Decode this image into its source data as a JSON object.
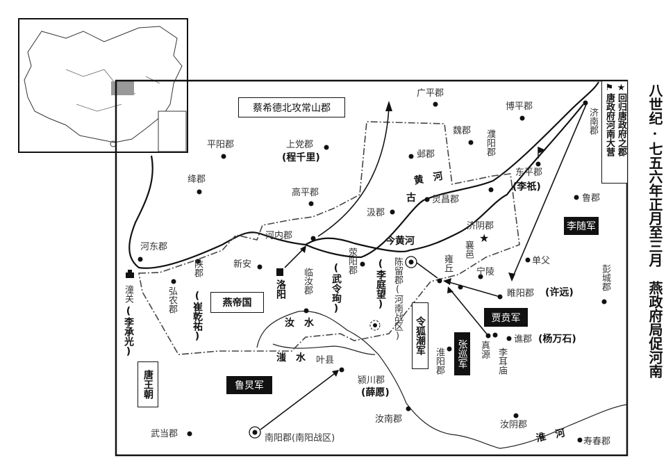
{
  "title": "八世纪·七五六年正月至三月　燕政府局促河南",
  "legend": {
    "items": [
      {
        "icon": "star-icon",
        "symbol": "★",
        "label": "回归唐政府之郡"
      },
      {
        "icon": "flag-icon",
        "symbol": "⚑",
        "label": "唐政府河南大营"
      }
    ]
  },
  "regions": {
    "yan": "燕帝国",
    "tang": "唐王朝"
  },
  "armies": {
    "cai": "蔡希德北攻常山郡",
    "li_sui": "李随军",
    "jia_ben": "贾贲军",
    "zhang_xun": "张巡军",
    "linghu": "令狐潮军",
    "lu_jiong": "鲁炅军"
  },
  "rivers": {
    "gu": "古",
    "huang": "黄　河",
    "jin": "今黄河",
    "ru": "汝　水",
    "zhi": "滍　水",
    "huai": "淮　河"
  },
  "places": [
    {
      "key": "guangping",
      "text": "广平郡"
    },
    {
      "key": "boping",
      "text": "博平郡"
    },
    {
      "key": "jinan",
      "text": "济南郡"
    },
    {
      "key": "wei",
      "text": "魏郡"
    },
    {
      "key": "ye",
      "text": "邺郡"
    },
    {
      "key": "puyang",
      "text": "濮阳郡"
    },
    {
      "key": "dongping",
      "text": "东平郡"
    },
    {
      "key": "dongping_p",
      "text": "(李祇)"
    },
    {
      "key": "pingyang",
      "text": "平阳郡"
    },
    {
      "key": "shangdang",
      "text": "上党郡"
    },
    {
      "key": "shangdang_p",
      "text": "(程千里)"
    },
    {
      "key": "jiang",
      "text": "绛郡"
    },
    {
      "key": "gaoping",
      "text": "高平郡"
    },
    {
      "key": "ji",
      "text": "汲郡"
    },
    {
      "key": "lingchang",
      "text": "灵昌郡"
    },
    {
      "key": "jiyin",
      "text": "济阴郡"
    },
    {
      "key": "lu",
      "text": "鲁郡"
    },
    {
      "key": "hedong",
      "text": "河东郡"
    },
    {
      "key": "henei",
      "text": "河内郡"
    },
    {
      "key": "xinan",
      "text": "新安"
    },
    {
      "key": "shan",
      "text": "陕郡"
    },
    {
      "key": "shan_p",
      "text": "(崔乾祐)"
    },
    {
      "key": "luoyang",
      "text": "洛阳"
    },
    {
      "key": "linru",
      "text": "临汝郡"
    },
    {
      "key": "xingyang",
      "text": "荥阳郡"
    },
    {
      "key": "xingyang_p",
      "text": "(武令珣)"
    },
    {
      "key": "liting",
      "text": "(李庭望)"
    },
    {
      "key": "chenliu",
      "text": "陈留郡(河南战区)"
    },
    {
      "key": "yongqiu",
      "text": "雍丘"
    },
    {
      "key": "xiangyi",
      "text": "襄邑"
    },
    {
      "key": "ningling",
      "text": "宁陵"
    },
    {
      "key": "shanfu",
      "text": "单父"
    },
    {
      "key": "suiyang",
      "text": "睢阳郡"
    },
    {
      "key": "suiyang_p",
      "text": "(许远)"
    },
    {
      "key": "pengcheng",
      "text": "彭城郡"
    },
    {
      "key": "tongguan",
      "text": "潼关"
    },
    {
      "key": "tongguan_p",
      "text": "(李承光)"
    },
    {
      "key": "hongnong",
      "text": "弘农郡"
    },
    {
      "key": "yexian",
      "text": "叶县"
    },
    {
      "key": "yingchuan",
      "text": "颍川郡"
    },
    {
      "key": "yingchuan_p",
      "text": "(薛愿)"
    },
    {
      "key": "runan",
      "text": "汝南郡"
    },
    {
      "key": "huaiyang",
      "text": "淮阳郡"
    },
    {
      "key": "zhenyuan",
      "text": "真源"
    },
    {
      "key": "lierm",
      "text": "李耳庙"
    },
    {
      "key": "qiao",
      "text": "谯郡"
    },
    {
      "key": "qiao_p",
      "text": "(杨万石)"
    },
    {
      "key": "wudang",
      "text": "武当郡"
    },
    {
      "key": "nanyang",
      "text": "南阳郡(南阳战区)"
    },
    {
      "key": "ruyin",
      "text": "汝阴郡"
    },
    {
      "key": "shouchun",
      "text": "寿春郡"
    }
  ]
}
